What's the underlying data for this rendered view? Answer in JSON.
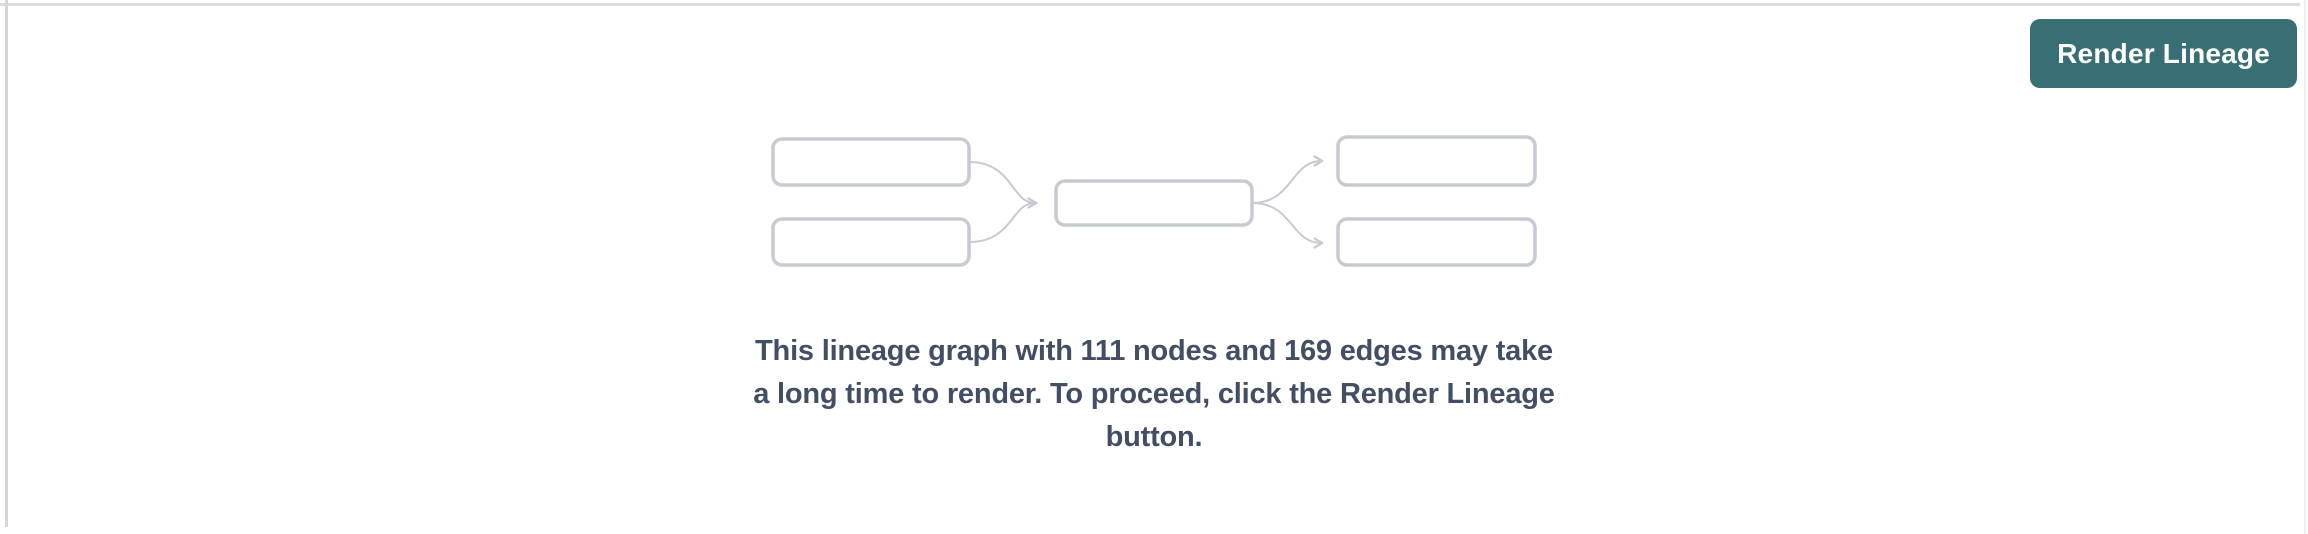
{
  "panel": {
    "background_color": "#ffffff",
    "border_color": "#d6d6d9"
  },
  "header": {
    "render_button": {
      "label": "Render Lineage",
      "background_color": "#376f75",
      "text_color": "#ffffff"
    }
  },
  "lineage_preview": {
    "message": "This lineage graph with 111 nodes and 169 edges may take\na long time to render. To proceed, click the Render Lineage\nbutton.",
    "node_count": 111,
    "edge_count": 169,
    "message_color": "#414e63",
    "placeholder_graphic": {
      "node_border_color": "#c6cad3",
      "edge_color": "#c6cad3",
      "description": "placeholder-lineage-diagram"
    }
  }
}
